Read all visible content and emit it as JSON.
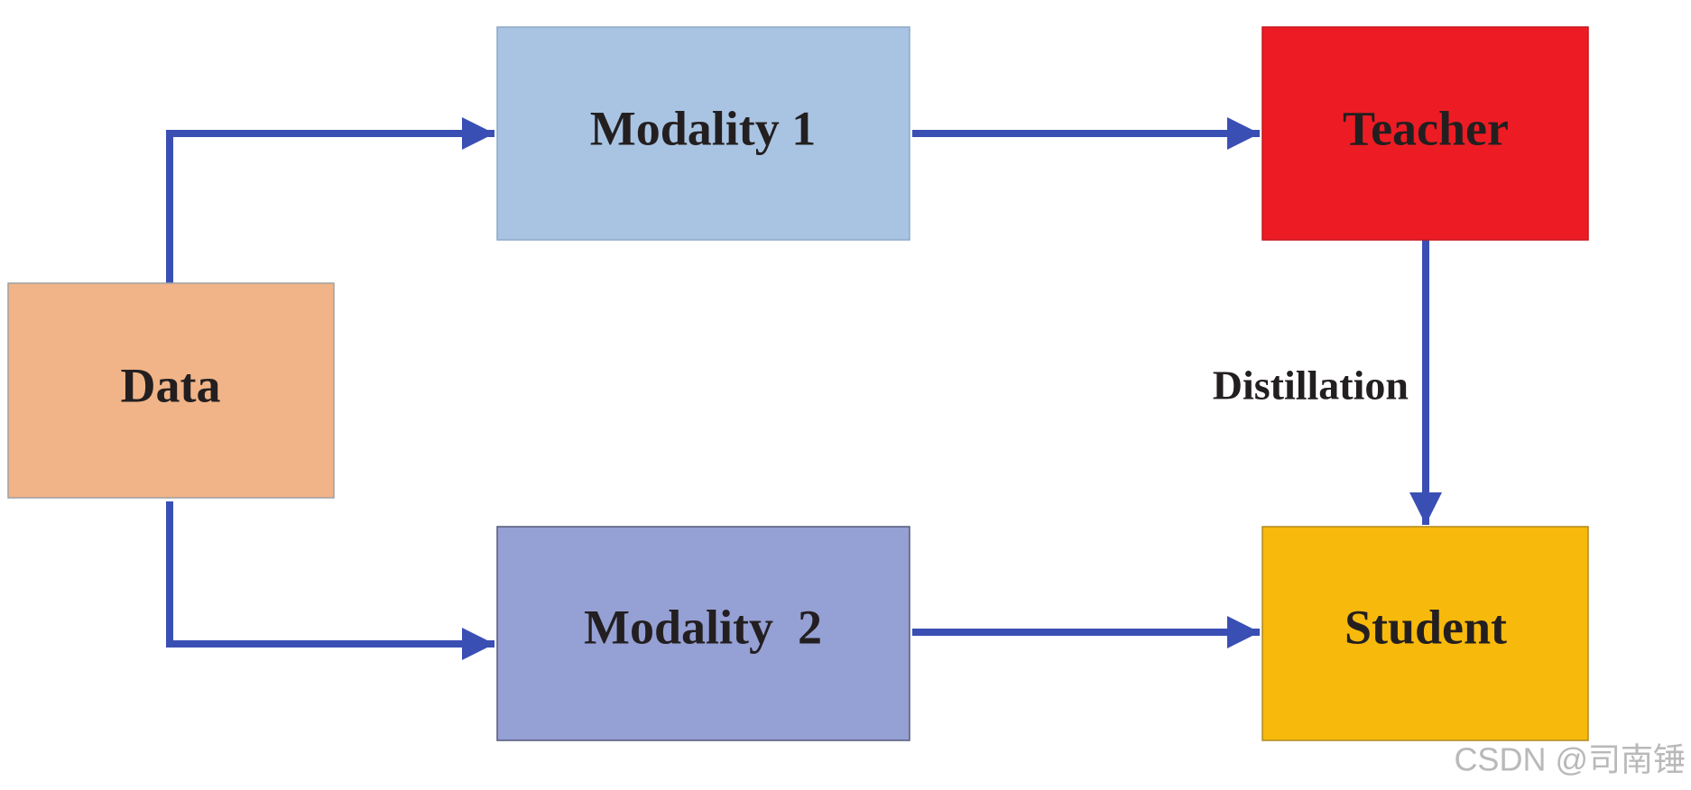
{
  "diagram": {
    "nodes": {
      "data": {
        "label": "Data",
        "fill": "#f0b488",
        "stroke": "#a0a0a0"
      },
      "modality1": {
        "label": "Modality 1",
        "fill": "#a9c4e2",
        "stroke": "#8ea8c8"
      },
      "modality2": {
        "label": "Modality  2",
        "fill": "#95a0d4",
        "stroke": "#555a78"
      },
      "teacher": {
        "label": "Teacher",
        "fill": "#ed1c24",
        "stroke": "#c8141b"
      },
      "student": {
        "label": "Student",
        "fill": "#f7b90b",
        "stroke": "#b08a20"
      }
    },
    "edges": {
      "distillation_label": "Distillation",
      "color": "#3a4fb4"
    }
  },
  "watermark": {
    "text": "CSDN @司南锤"
  }
}
